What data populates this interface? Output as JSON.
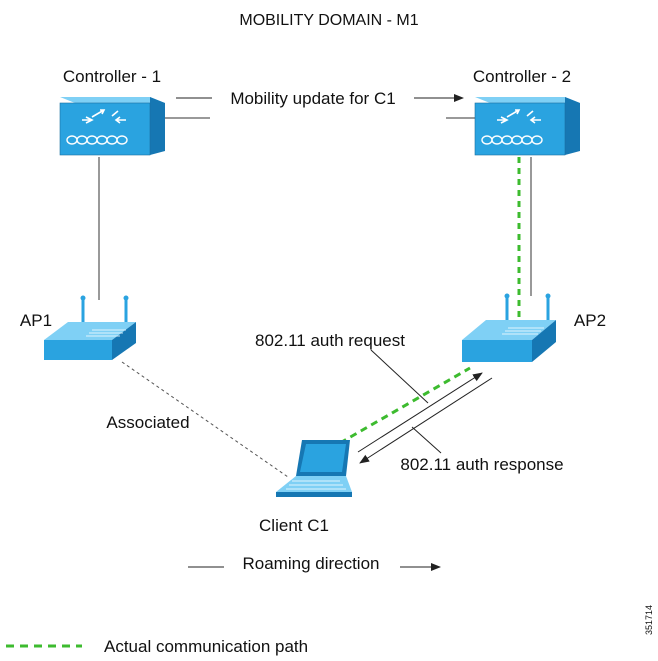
{
  "title": "MOBILITY DOMAIN - M1",
  "nodes": {
    "controller1": {
      "label": "Controller - 1"
    },
    "controller2": {
      "label": "Controller - 2"
    },
    "ap1": {
      "label": "AP1"
    },
    "ap2": {
      "label": "AP2"
    },
    "client": {
      "label": "Client C1"
    }
  },
  "edges": {
    "mobility_update": "Mobility update for C1",
    "auth_request": "802.11 auth request",
    "auth_response": "802.11 auth response",
    "associated": "Associated",
    "roaming": "Roaming direction"
  },
  "legend": {
    "label": "Actual communication path"
  },
  "figure_id": "351714",
  "colors": {
    "device_blue": "#2aa3e0",
    "device_dark": "#1677b3",
    "path_green": "#3dbb2f",
    "line": "#222222"
  }
}
